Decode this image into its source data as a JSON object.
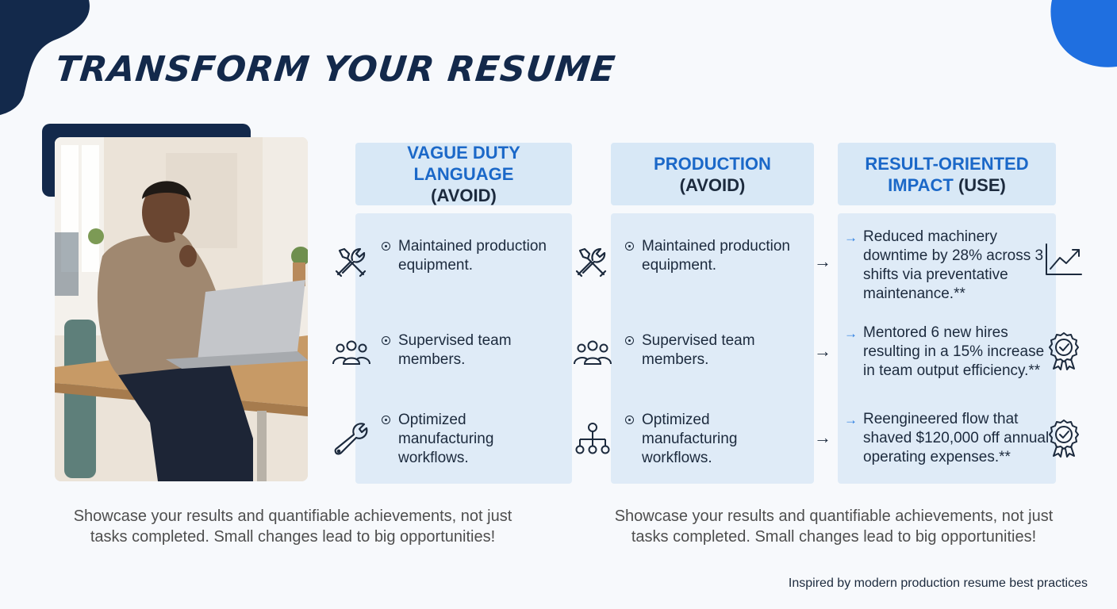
{
  "title": "TRANSFORM YOUR RESUME",
  "columns": [
    {
      "title_main": "VAGUE DUTY LANGUAGE",
      "title_tag": "(AVOID)"
    },
    {
      "title_main": "PRODUCTION",
      "title_tag": "(AVOID)"
    },
    {
      "title_main": "RESULT-ORIENTED",
      "title_main_2": "IMPACT",
      "title_tag": "(USE)"
    }
  ],
  "vague_items": [
    {
      "line1": "Maintained production",
      "line2": "equipment.",
      "icon": "tools-icon"
    },
    {
      "line1": "Supervised team",
      "line2": "members.",
      "icon": "team-icon"
    },
    {
      "line1": "Optimized",
      "line2": "manufacturing",
      "line3": "workflows.",
      "icon": "wrench-icon"
    }
  ],
  "production_items": [
    {
      "line1": "Maintained production",
      "line2": "equipment.",
      "icon": "tools-icon"
    },
    {
      "line1": "Supervised team",
      "line2": "members.",
      "icon": "team-icon"
    },
    {
      "line1": "Optimized",
      "line2": "manufacturing",
      "line3": "workflows.",
      "icon": "org-chart-icon"
    }
  ],
  "result_items": [
    {
      "line1": "Reduced machinery",
      "line2": "downtime by 28% across 3",
      "line3": "shifts via preventative",
      "line4": "maintenance.**",
      "icon": "trend-up-icon"
    },
    {
      "line1": "Mentored 6 new hires",
      "line2": "resulting in a 15% increase",
      "line3": "in team output efficiency.**",
      "icon": "award-icon"
    },
    {
      "line1": "Reengineered flow that",
      "line2": "shaved $120,000 off annual",
      "line3": "operating expenses.**",
      "icon": "award-icon"
    }
  ],
  "captions": {
    "left_line1": "Showcase your results and quantifiable achievements, not just",
    "left_line2": "tasks completed. Small changes lead to big opportunities!",
    "right_line1": "Showcase your results and quantifiable achievements, not just",
    "right_line2": "tasks completed. Small changes lead to big opportunities!"
  },
  "footnote": "Inspired by modern production resume best practices",
  "colors": {
    "navy": "#13294b",
    "accent_blue": "#1b68c8",
    "bright_blue": "#2b7de0",
    "panel": "#dfebf7"
  }
}
